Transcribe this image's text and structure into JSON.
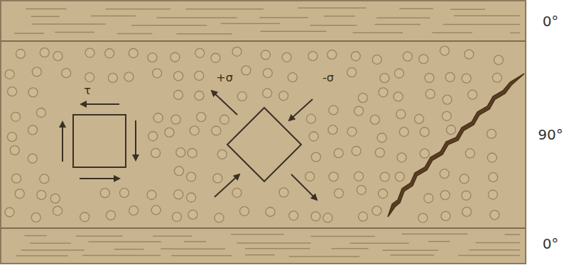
{
  "diagram": {
    "labels": [
      "0°",
      "τ",
      "+σ",
      "-σ",
      "90°",
      "0°"
    ]
  }
}
